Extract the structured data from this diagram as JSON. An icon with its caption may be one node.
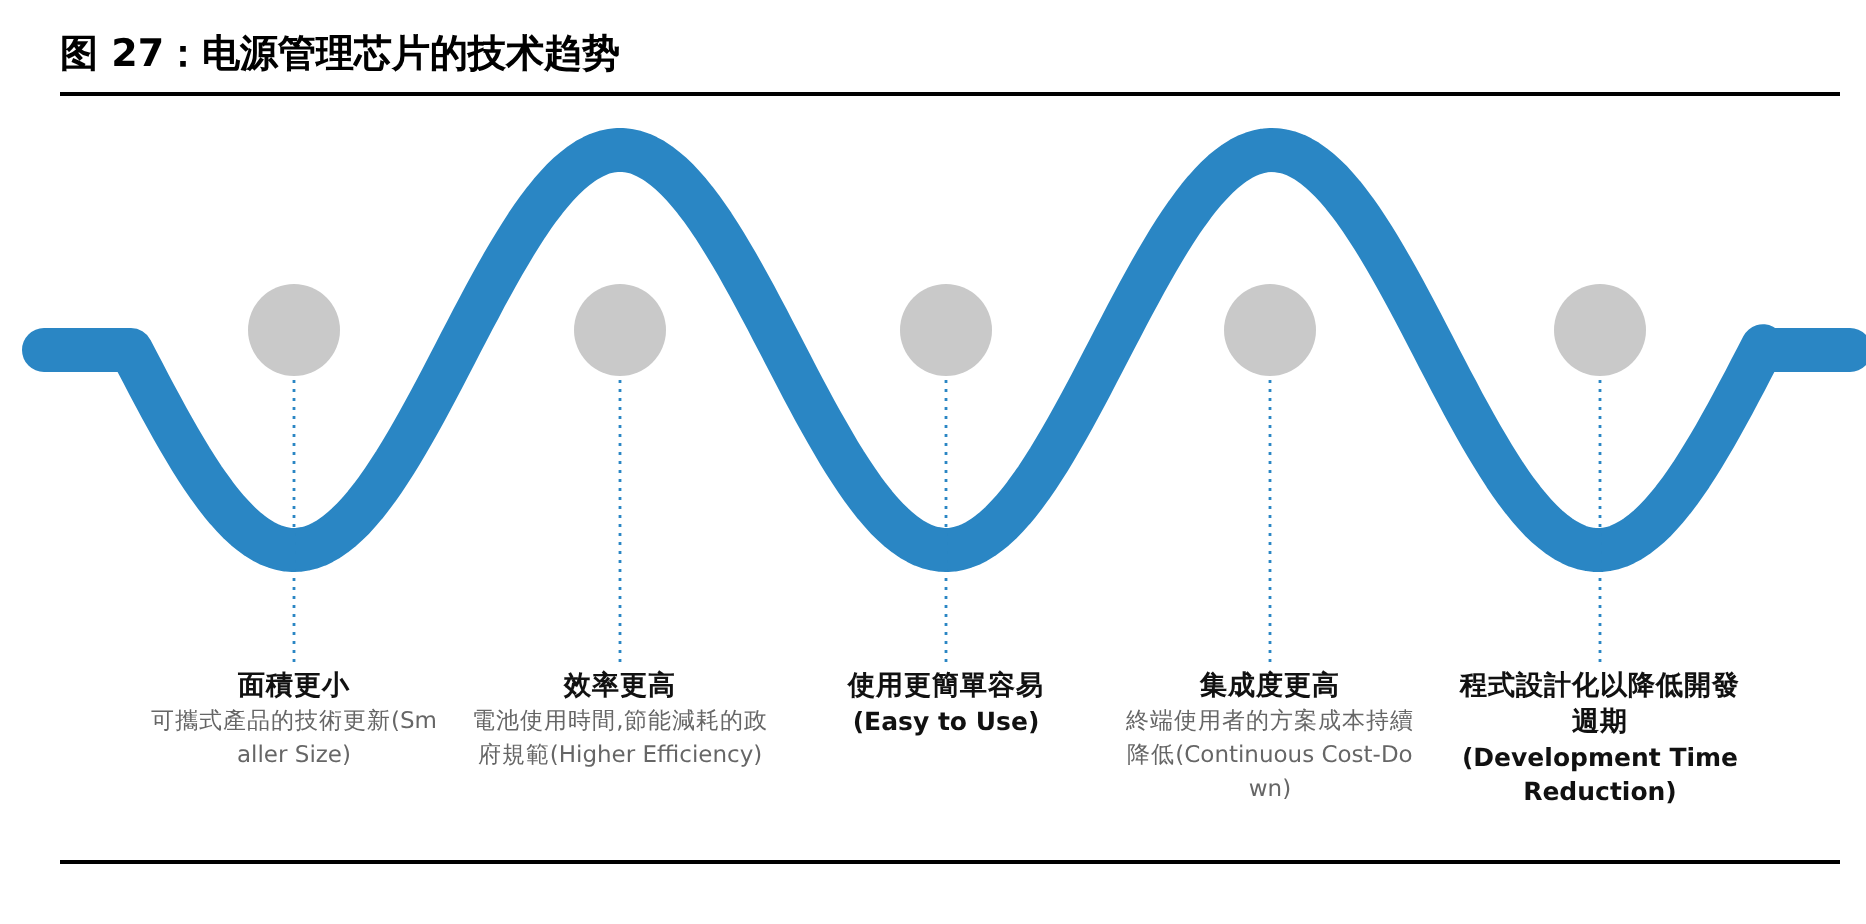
{
  "diagram": {
    "title": "图 27：电源管理芯片的技术趋势",
    "nodes": [
      {
        "text": [],
        "shape": "circle"
      },
      {
        "text": [],
        "shape": "circle"
      },
      {
        "text": [],
        "shape": "circle"
      },
      {
        "text": [],
        "shape": "circle"
      },
      {
        "text": [],
        "shape": "circle"
      },
      {
        "text": [
          "面積更小",
          "可攜式產品的技術更新(Smaller Size)"
        ]
      },
      {
        "text": [
          "效率更高",
          "電池使用時間,節能減耗的政府規範(Higher Efficiency)"
        ]
      },
      {
        "text": [
          "使用更簡單容易",
          "(Easy to Use)"
        ]
      },
      {
        "text": [
          "集成度更高",
          "終端使用者的方案成本持續降低(Continuous Cost-Down)"
        ]
      },
      {
        "text": [
          "程式設計化以降低開發週期",
          "(Development Time Reduction)"
        ]
      }
    ],
    "edges": [
      {
        "from": 5,
        "to": 0,
        "arrow": "none",
        "style": "dashed"
      },
      {
        "from": 6,
        "to": 1,
        "arrow": "none",
        "style": "dashed"
      },
      {
        "from": 7,
        "to": 2,
        "arrow": "none",
        "style": "dashed"
      },
      {
        "from": 8,
        "to": 3,
        "arrow": "none",
        "style": "dashed"
      },
      {
        "from": 9,
        "to": 4,
        "arrow": "none",
        "style": "dashed"
      }
    ]
  }
}
